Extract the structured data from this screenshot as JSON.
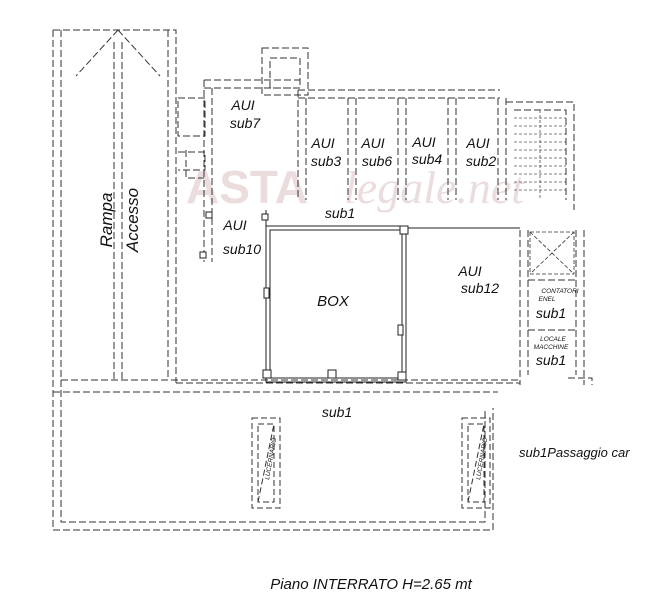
{
  "watermark": {
    "part1": "ASTA",
    "part2": "legale.net"
  },
  "ramp": {
    "line1": "Rampa",
    "line2": "Accesso"
  },
  "rooms": {
    "sub7": {
      "line1": "AUI",
      "line2": "sub7"
    },
    "sub3": {
      "line1": "AUI",
      "line2": "sub3"
    },
    "sub6": {
      "line1": "AUI",
      "line2": "sub6"
    },
    "sub4": {
      "line1": "AUI",
      "line2": "sub4"
    },
    "sub2": {
      "line1": "AUI",
      "line2": "sub2"
    },
    "sub10": {
      "line1": "AUI",
      "line2": "sub10"
    },
    "sub12": {
      "line1": "AUI",
      "line2": "sub12"
    },
    "box": "BOX",
    "corridor": "sub1",
    "contatori": {
      "line1": "CONTATORI",
      "line2": "ENEL",
      "sub": "sub1"
    },
    "macchine": {
      "line1": "LOCALE",
      "line2": "MACCHINE",
      "sub": "sub1"
    },
    "lower_sub1": "sub1",
    "passaggio": "sub1Passaggio car",
    "lucernario_left": "LUCERNARIO",
    "lucernario_right": "LUCERNARIO"
  },
  "caption": "Piano INTERRATO H=2.65 mt"
}
